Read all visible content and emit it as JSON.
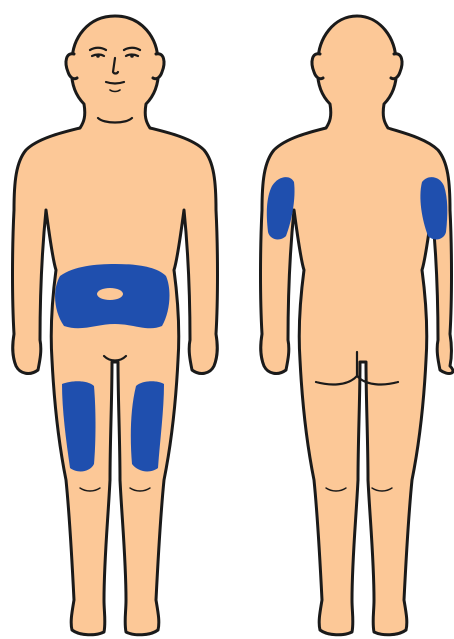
{
  "colors": {
    "skin": "#fcc897",
    "outline": "#1a1a1a",
    "zone": "#1f4fae",
    "background": "#ffffff"
  },
  "figures": [
    {
      "view": "front",
      "highlighted_regions": [
        "abdomen",
        "left-thigh",
        "right-thigh"
      ]
    },
    {
      "view": "back",
      "highlighted_regions": [
        "left-upper-arm",
        "right-upper-arm"
      ]
    }
  ]
}
